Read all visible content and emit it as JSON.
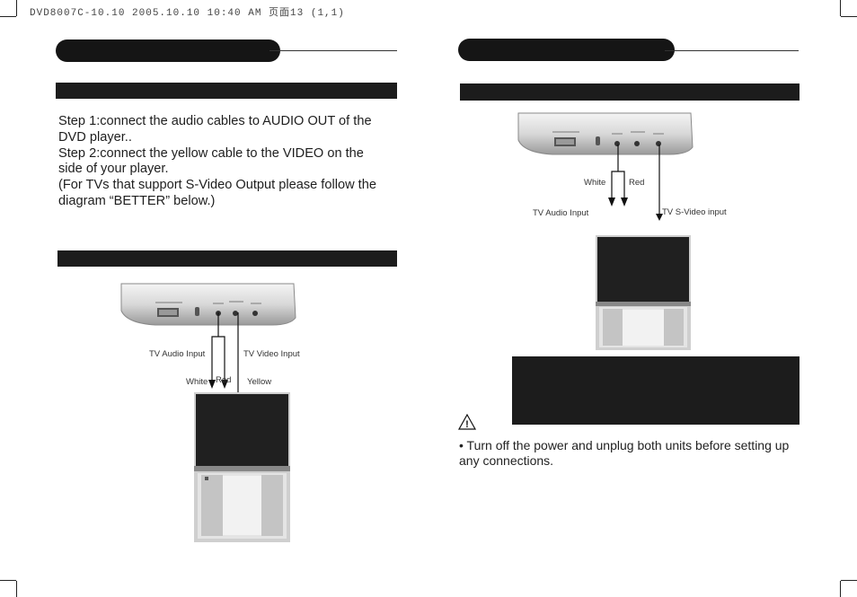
{
  "header": {
    "text": "DVD8007C-10.10  2005.10.10 10:40 AM  页面13 (1,1)"
  },
  "left_page": {
    "body_lines": [
      "Step 1:connect the audio cables to AUDIO OUT of the",
      "DVD player..",
      "Step 2:connect the yellow  cable  to the VIDEO on the",
      "side of your player.",
      "(For TVs that support S-Video Output please follow the",
      "diagram “BETTER” below.)"
    ],
    "diagram": {
      "tv_audio_input": "TV Audio Input",
      "tv_video_input": "TV Video Input",
      "white": "White",
      "red": "Red",
      "yellow": "Yellow"
    }
  },
  "right_page": {
    "diagram": {
      "white": "White",
      "red": "Red",
      "tv_audio_input": "TV Audio Input",
      "tv_svideo_input": "TV S-Video input"
    },
    "warning_symbol": "!",
    "note_lines": [
      "• Turn off the power and unplug both units before setting up",
      "any connections."
    ]
  }
}
